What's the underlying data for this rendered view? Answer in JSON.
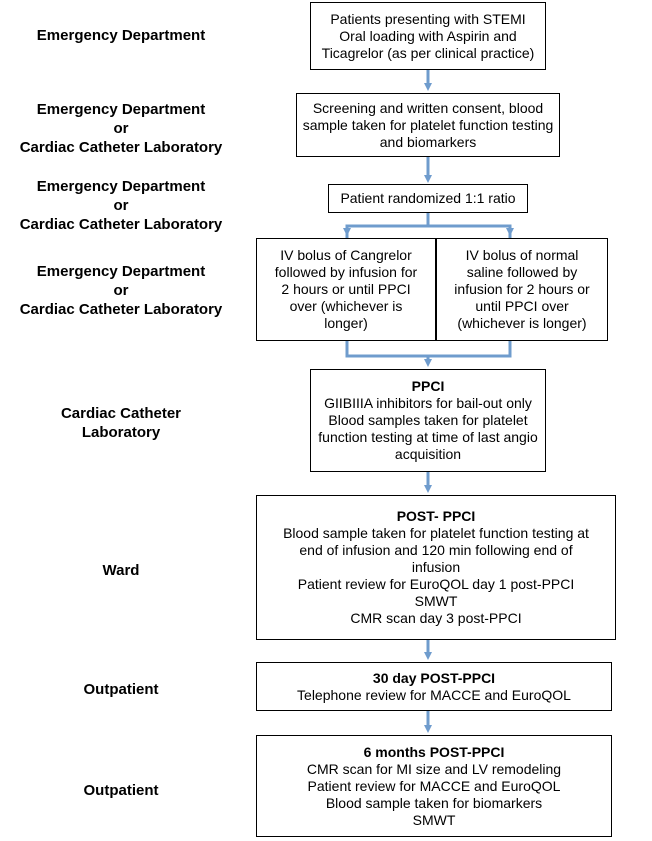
{
  "labels": {
    "l1": [
      "Emergency Department"
    ],
    "l2": [
      "Emergency Department",
      "or",
      "Cardiac Catheter Laboratory"
    ],
    "l3": [
      "Emergency Department",
      "or",
      "Cardiac Catheter Laboratory"
    ],
    "l4": [
      "Emergency Department",
      "or",
      "Cardiac Catheter Laboratory"
    ],
    "l5": [
      "Cardiac Catheter",
      "Laboratory"
    ],
    "l6": [
      "Ward"
    ],
    "l7": [
      "Outpatient"
    ],
    "l8": [
      "Outpatient"
    ]
  },
  "boxes": {
    "b1": {
      "lines": [
        "Patients presenting with STEMI",
        "Oral loading with Aspirin and",
        "Ticagrelor (as per clinical practice)"
      ]
    },
    "b2": {
      "lines": [
        "Screening and written consent, blood",
        "sample taken for platelet function testing",
        "and biomarkers"
      ]
    },
    "b3": {
      "lines": [
        "Patient randomized 1:1 ratio"
      ]
    },
    "b4": {
      "lines": [
        "IV bolus of Cangrelor",
        "followed by infusion for",
        "2 hours or until PPCI",
        "over (whichever is",
        "longer)"
      ]
    },
    "b5": {
      "lines": [
        "IV bolus of normal",
        "saline followed by",
        "infusion for 2 hours or",
        "until PPCI over",
        "(whichever is longer)"
      ]
    },
    "b6": {
      "title": "PPCI",
      "lines": [
        "GIIBIIIA inhibitors for bail-out only",
        "Blood samples taken for platelet",
        "function testing at time of last angio",
        "acquisition"
      ]
    },
    "b7": {
      "title": "POST- PPCI",
      "lines": [
        "Blood sample taken for platelet function testing at",
        "end of infusion and 120 min following end of",
        "infusion",
        "Patient review for EuroQOL day 1 post-PPCI",
        "SMWT",
        "CMR scan day 3 post-PPCI"
      ]
    },
    "b8": {
      "title": "30 day POST-PPCI",
      "lines": [
        "Telephone review for MACCE and EuroQOL"
      ]
    },
    "b9": {
      "title": "6 months POST-PPCI",
      "lines": [
        "CMR scan for MI size and LV remodeling",
        "Patient review for MACCE and EuroQOL",
        "Blood sample taken for biomarkers",
        "SMWT"
      ]
    }
  },
  "colors": {
    "connector": "#6f9ccd",
    "border": "#000000"
  }
}
